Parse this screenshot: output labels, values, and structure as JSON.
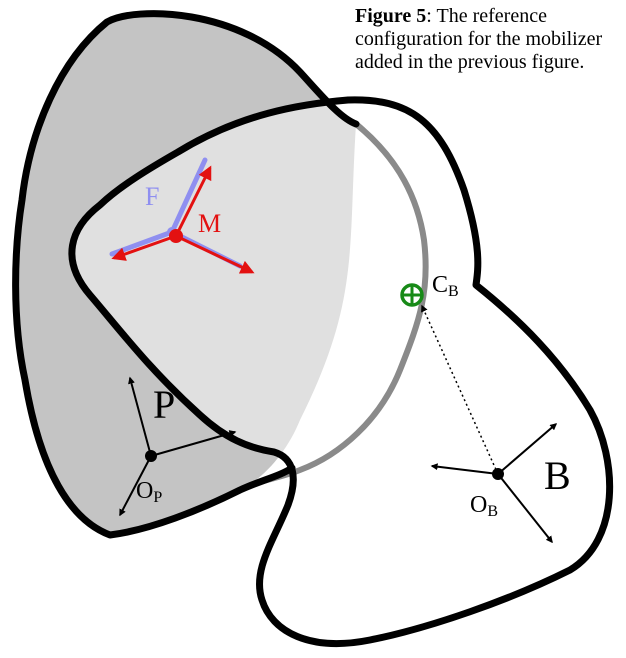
{
  "caption": {
    "figure_label": "Figure 5",
    "text": ": The reference configuration for the mobilizer added in the previous figure."
  },
  "labels": {
    "P": "P",
    "B": "B",
    "F": "F",
    "M": "M",
    "OP_main": "O",
    "OP_sub": "P",
    "OB_main": "O",
    "OB_sub": "B",
    "CB_main": "C",
    "CB_sub": "B"
  },
  "colors": {
    "outline": "#000000",
    "dark_fill": "#c4c4c4",
    "overlap_fill": "#e0e0e0",
    "overlap_edge": "#8a8a8a",
    "frame_F": "#8f8ff0",
    "frame_M": "#e31111",
    "station": "#178a17"
  }
}
